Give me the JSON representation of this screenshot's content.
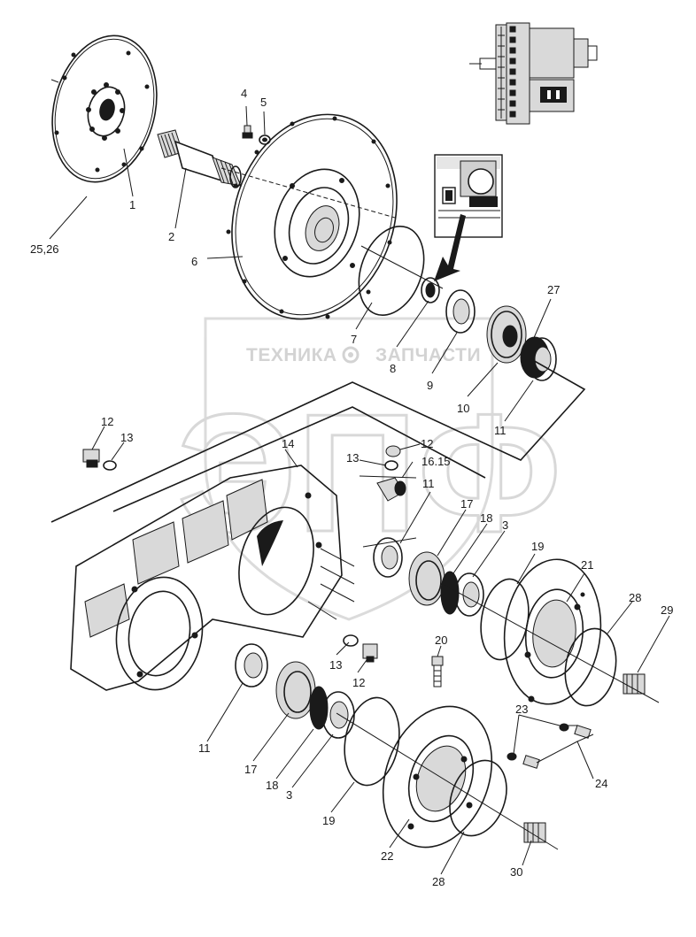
{
  "watermark": {
    "left_text": "ТЕХНИКА",
    "right_text": "ЗАПЧАСТИ",
    "big_text": "ЭПФ"
  },
  "callouts": [
    {
      "id": "c1",
      "text": "1"
    },
    {
      "id": "c2",
      "text": "2"
    },
    {
      "id": "c3a",
      "text": "3"
    },
    {
      "id": "c3b",
      "text": "3"
    },
    {
      "id": "c4",
      "text": "4"
    },
    {
      "id": "c5",
      "text": "5"
    },
    {
      "id": "c6",
      "text": "6"
    },
    {
      "id": "c7",
      "text": "7"
    },
    {
      "id": "c8",
      "text": "8"
    },
    {
      "id": "c9",
      "text": "9"
    },
    {
      "id": "c10",
      "text": "10"
    },
    {
      "id": "c11a",
      "text": "11"
    },
    {
      "id": "c11b",
      "text": "11"
    },
    {
      "id": "c11c",
      "text": "11"
    },
    {
      "id": "c12a",
      "text": "12"
    },
    {
      "id": "c12b",
      "text": "12"
    },
    {
      "id": "c12c",
      "text": "12"
    },
    {
      "id": "c13a",
      "text": "13"
    },
    {
      "id": "c13b",
      "text": "13"
    },
    {
      "id": "c13c",
      "text": "13"
    },
    {
      "id": "c14",
      "text": "14"
    },
    {
      "id": "c1615",
      "text": "16.15"
    },
    {
      "id": "c17a",
      "text": "17"
    },
    {
      "id": "c17b",
      "text": "17"
    },
    {
      "id": "c18a",
      "text": "18"
    },
    {
      "id": "c18b",
      "text": "18"
    },
    {
      "id": "c19a",
      "text": "19"
    },
    {
      "id": "c19b",
      "text": "19"
    },
    {
      "id": "c20",
      "text": "20"
    },
    {
      "id": "c21",
      "text": "21"
    },
    {
      "id": "c22",
      "text": "22"
    },
    {
      "id": "c23",
      "text": "23"
    },
    {
      "id": "c24",
      "text": "24"
    },
    {
      "id": "c2526",
      "text": "25,26"
    },
    {
      "id": "c27",
      "text": "27"
    },
    {
      "id": "c28a",
      "text": "28"
    },
    {
      "id": "c28b",
      "text": "28"
    },
    {
      "id": "c29",
      "text": "29"
    },
    {
      "id": "c30",
      "text": "30"
    }
  ]
}
